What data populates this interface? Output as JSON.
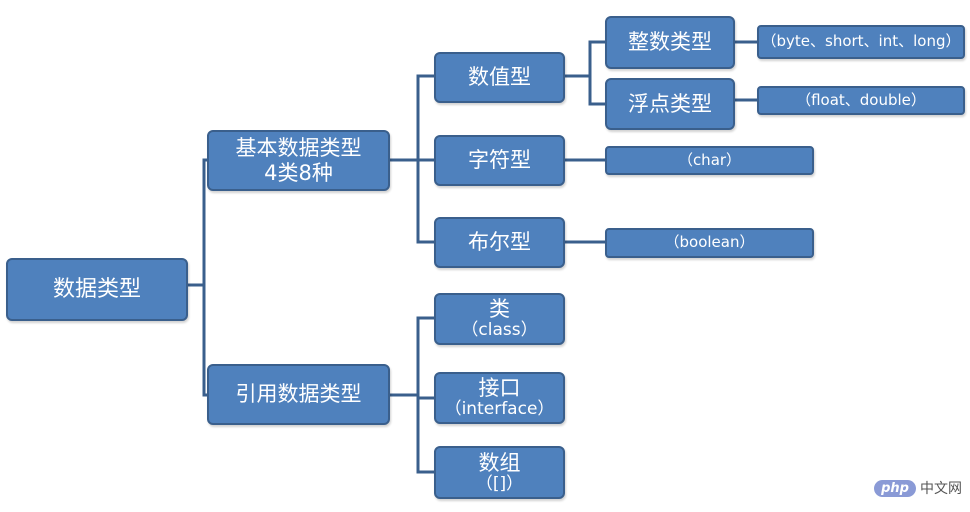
{
  "root": "数据类型",
  "primitive": {
    "line1": "基本数据类型",
    "line2": "4类8种"
  },
  "reference": "引用数据类型",
  "numeric": "数值型",
  "integer": "整数类型",
  "floating": "浮点类型",
  "integer_types": "（byte、short、int、long）",
  "float_types": "（float、double）",
  "char_type": "字符型",
  "char_value": "（char）",
  "bool_type": "布尔型",
  "bool_value": "（boolean）",
  "class": {
    "name": "类",
    "keyword": "（class）"
  },
  "interface": {
    "name": "接口",
    "keyword": "（interface）"
  },
  "array": {
    "name": "数组",
    "keyword": "（[]）"
  },
  "watermark": {
    "badge": "php",
    "text": "中文网"
  },
  "colors": {
    "box_fill": "#4f81bd",
    "box_border": "#3a5f8c",
    "connector": "#3a5f8c"
  }
}
